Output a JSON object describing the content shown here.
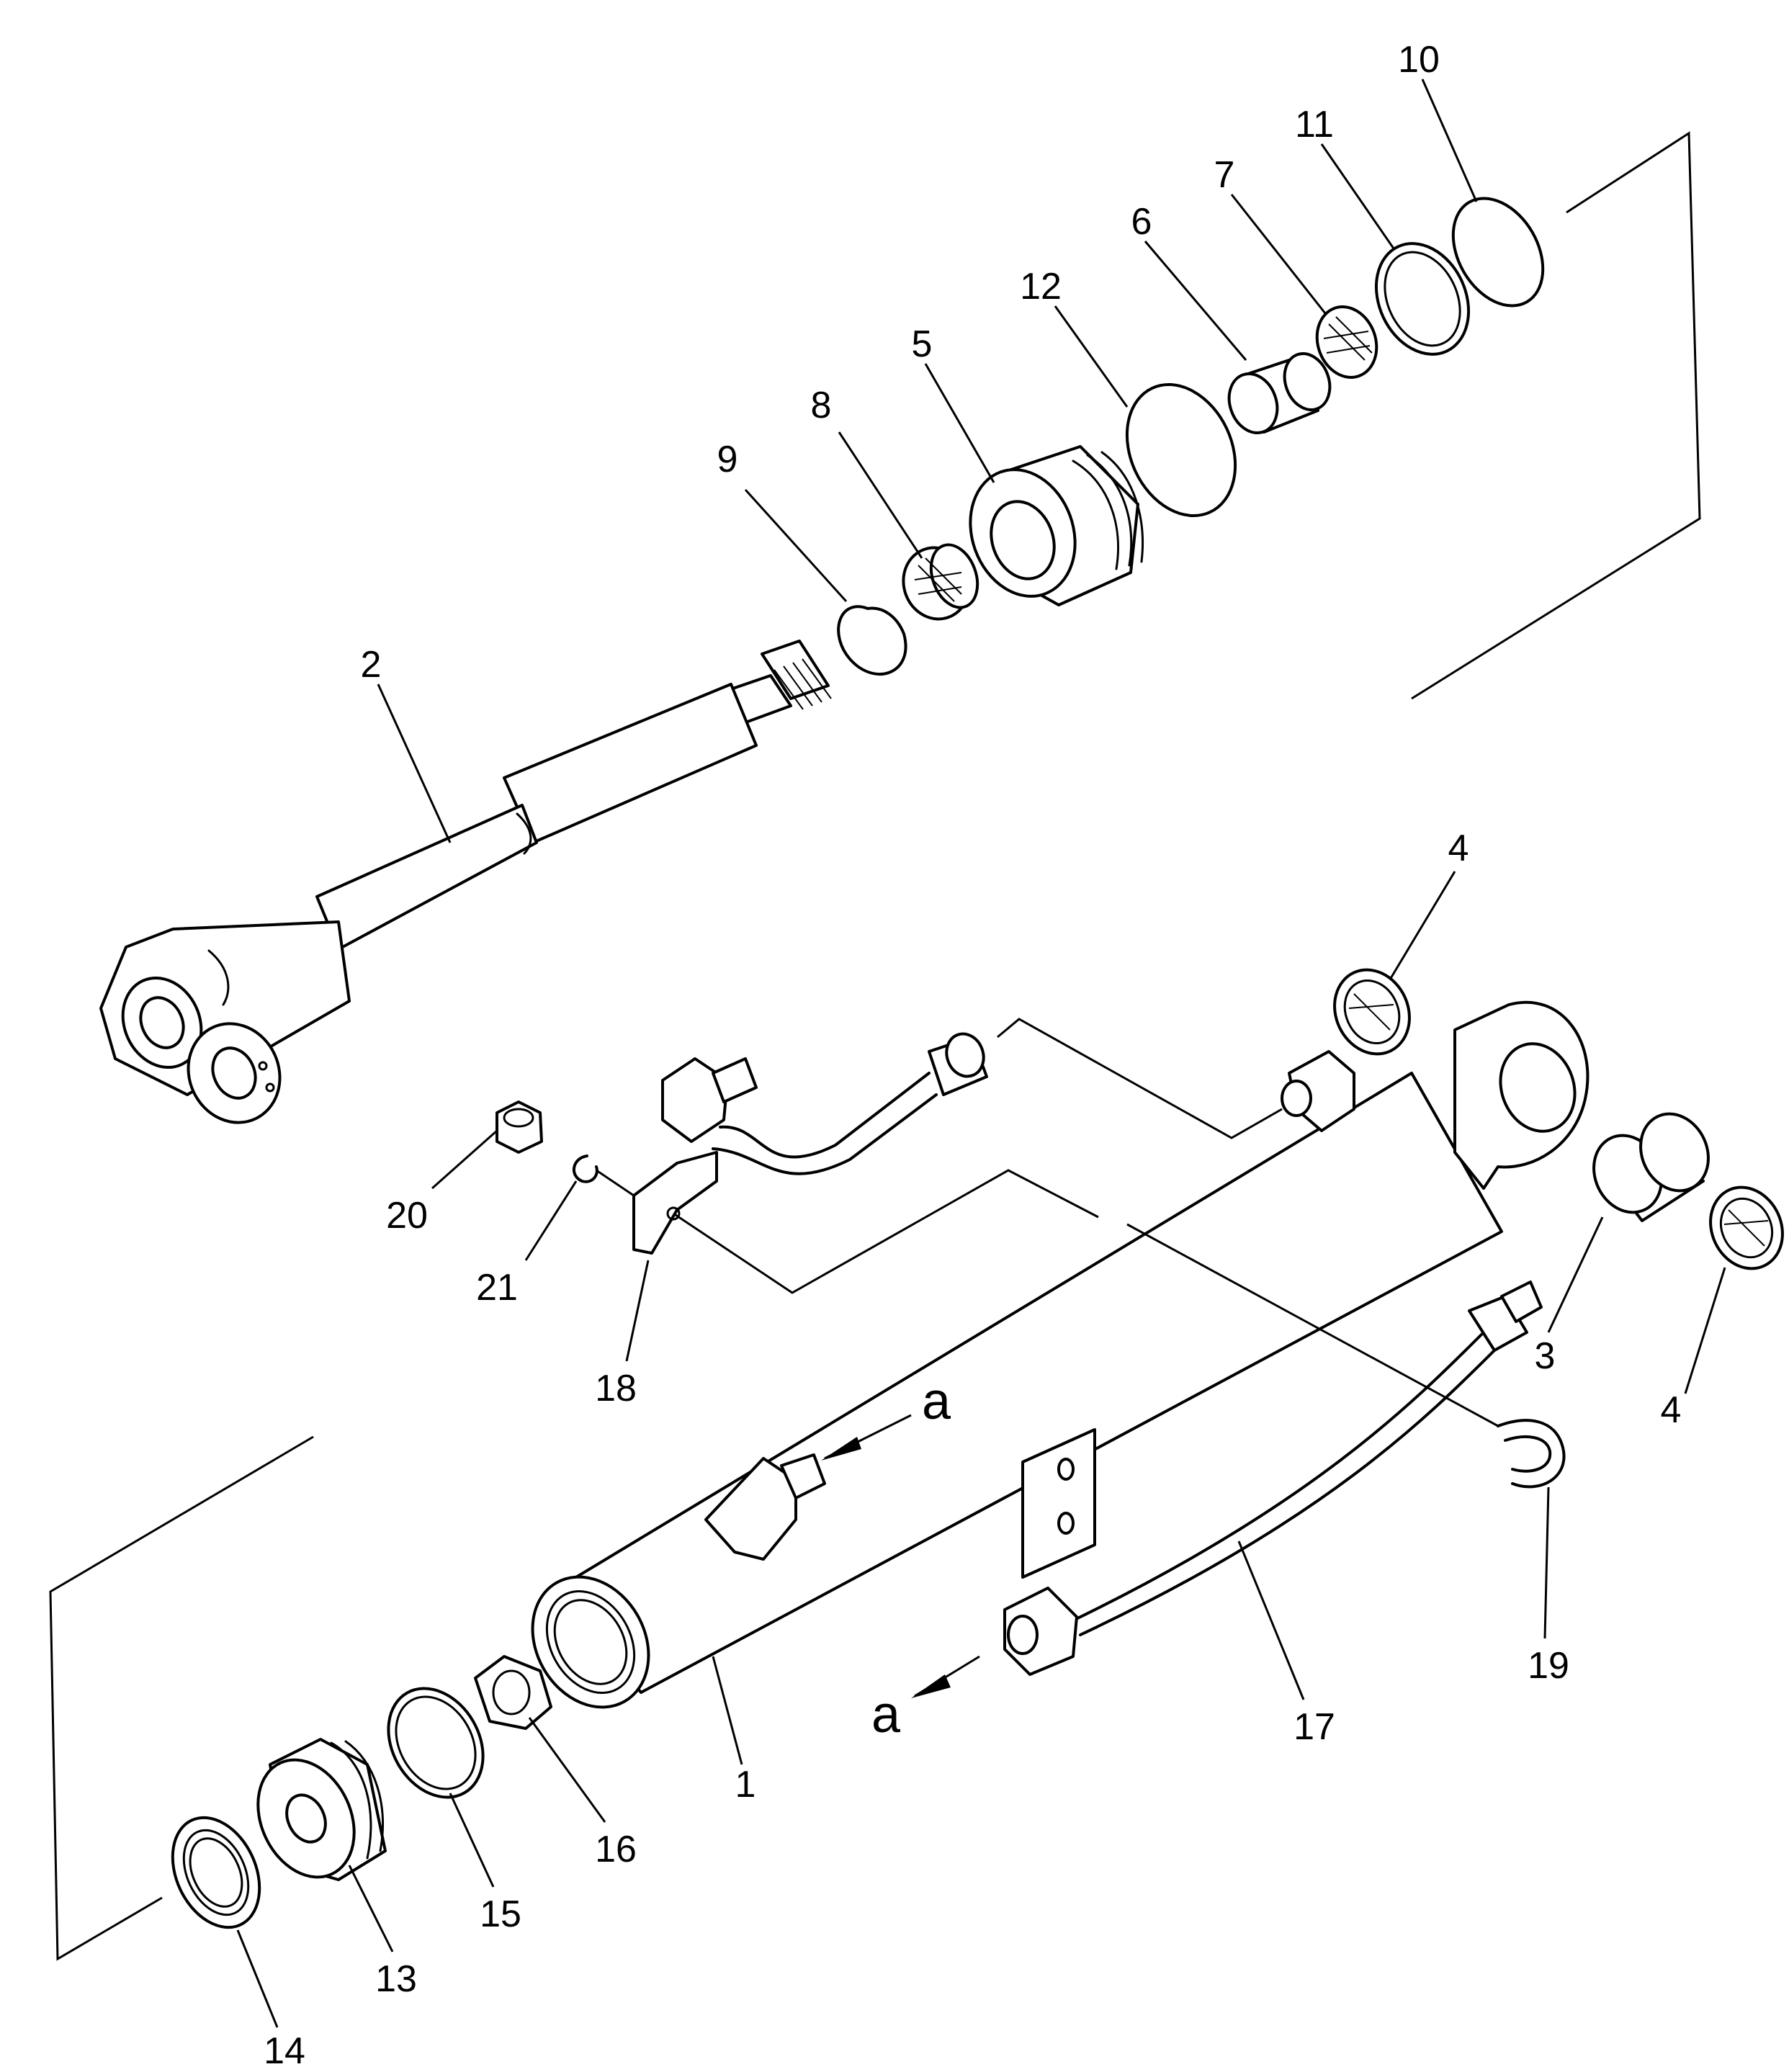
{
  "callouts": {
    "c1": "1",
    "c2": "2",
    "c3": "3",
    "c4a": "4",
    "c4b": "4",
    "c5": "5",
    "c6": "6",
    "c7": "7",
    "c8": "8",
    "c9": "9",
    "c10": "10",
    "c11": "11",
    "c12": "12",
    "c13": "13",
    "c14": "14",
    "c15": "15",
    "c16": "16",
    "c17": "17",
    "c18": "18",
    "c19": "19",
    "c20": "20",
    "c21": "21"
  },
  "connection_marks": {
    "upper": "a",
    "lower": "a"
  }
}
